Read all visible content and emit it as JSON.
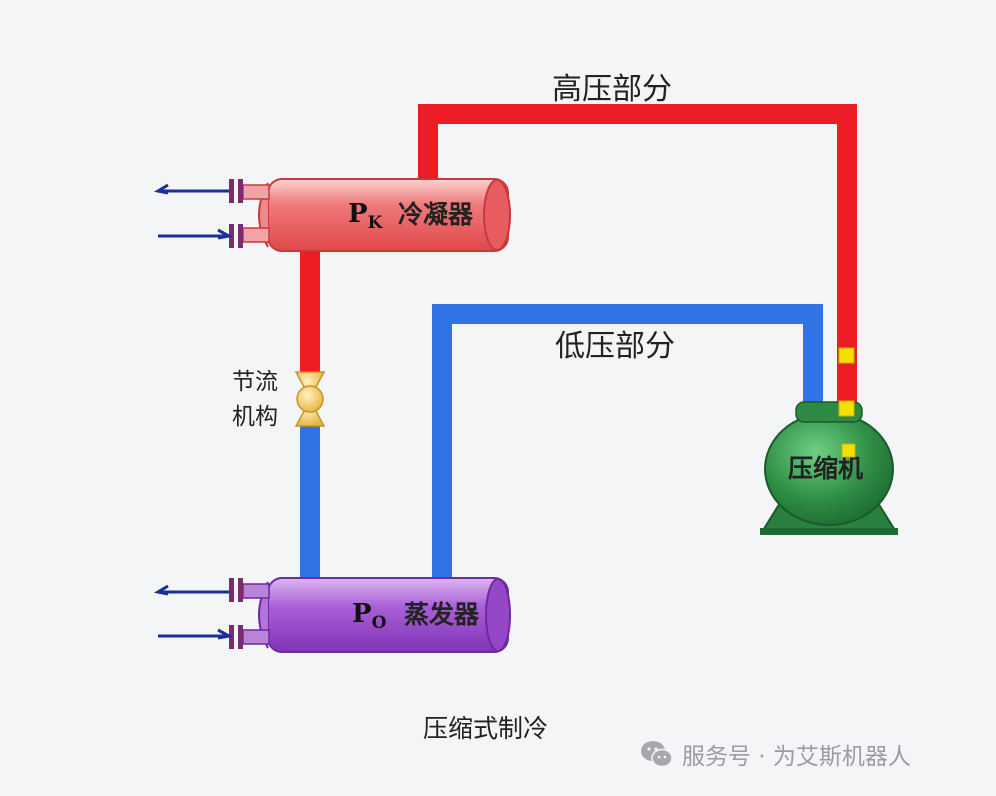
{
  "labels": {
    "high_pressure": "高压部分",
    "low_pressure": "低压部分",
    "throttle_line1": "节流",
    "throttle_line2": "机构",
    "compressor": "压缩机",
    "caption": "压缩式制冷"
  },
  "condenser": {
    "symbol": "P",
    "subscript": "K",
    "name": "冷凝器"
  },
  "evaporator": {
    "symbol": "P",
    "subscript": "O",
    "name": "蒸发器"
  },
  "watermark": {
    "text": "服务号 · 为艾斯机器人",
    "icon": "wechat-icon"
  },
  "colors": {
    "high_pressure_pipe": "#ee1c24",
    "low_pressure_pipe": "#2f73e6",
    "condenser": "#ef6f72",
    "evaporator": "#a35cd0",
    "compressor": "#2f8f45",
    "valve": "#f2c95a",
    "flange": "#7a2c6e",
    "inlet_arrow": "#1a2f9c",
    "sensor": "#f4e000"
  }
}
